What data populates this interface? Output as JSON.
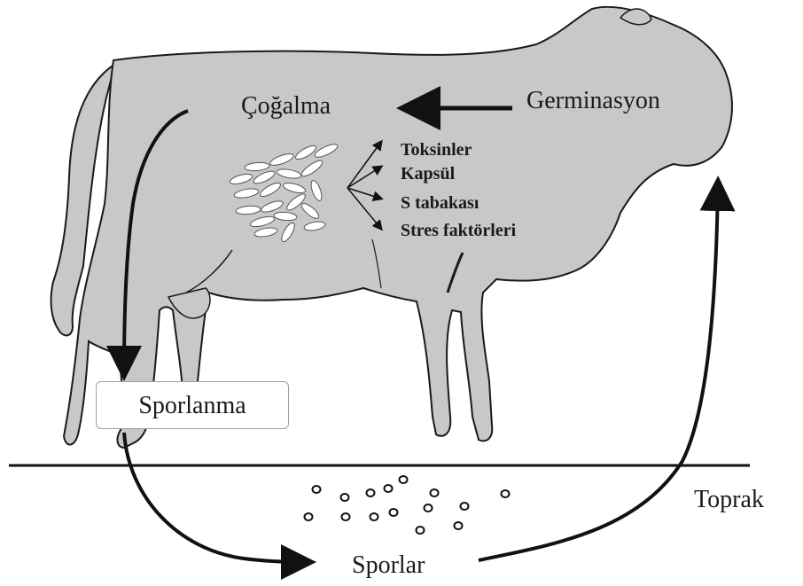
{
  "labels": {
    "cogalma": "Çoğalma",
    "germinasyon": "Germinasyon",
    "sporlanma": "Sporlanma",
    "toprak": "Toprak",
    "sporlar": "Sporlar"
  },
  "factors": [
    "Toksinler",
    "Kapsül",
    "S tabakası",
    "Stres faktörleri"
  ],
  "colors": {
    "body": "#c8c8c8",
    "outline": "#1a1a1a",
    "arrow": "#111111",
    "box_border": "#9aa0a6"
  }
}
